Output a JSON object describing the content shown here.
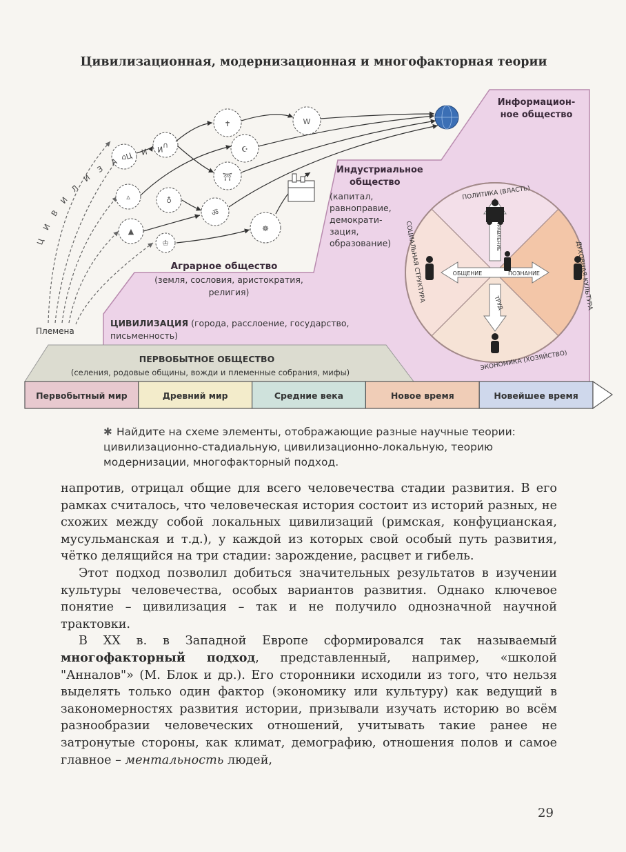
{
  "title": "Цивилизационная, модернизационная и многофакторная теории",
  "diagram": {
    "civ_arc_letters": [
      "Ц",
      "И",
      "В",
      "И",
      "Л",
      "И",
      "З",
      "А",
      "Ц",
      "И",
      "И"
    ],
    "tribes": "Племена",
    "info_society_1": "Информацион-",
    "info_society_2": "ное общество",
    "industrial_title_1": "Индустриальное",
    "industrial_title_2": "общество",
    "industrial_desc": [
      "(капитал,",
      "равноправие,",
      "демократи-",
      "зация,",
      "образование)"
    ],
    "agrarian_title": "Аграрное общество",
    "agrarian_desc_1": "(земля, сословия, аристократия,",
    "agrarian_desc_2": "религия)",
    "civilization_word": "ЦИВИЛИЗАЦИЯ",
    "civilization_desc_1": " (города, расслоение, государство,",
    "civilization_desc_2": "письменность)",
    "primitive_title": "ПЕРВОБЫТНОЕ ОБЩЕСТВО",
    "primitive_desc": "(селения, родовые общины, вожди и племенные собрания, мифы)",
    "circle_labels": {
      "top": "ПОЛИТИКА (ВЛАСТЬ)",
      "left": "СОЦИАЛЬНАЯ СТРУКТУРА",
      "right": "ДУХОВНАЯ КУЛЬТУРА",
      "bottom": "ЭКОНОМИКА (ХОЗЯЙСТВО)",
      "arrow_left": "ОБЩЕНИЕ",
      "arrow_right": "ПОЗНАНИЕ",
      "arrow_down": "ТРУД",
      "arrow_up": "УПРАВЛЕНИЕ"
    },
    "timeline": [
      {
        "label": "Первобытный мир",
        "color": "#e8c9cf"
      },
      {
        "label": "Древний мир",
        "color": "#f3eccb"
      },
      {
        "label": "Средние века",
        "color": "#cfe2dc"
      },
      {
        "label": "Новое время",
        "color": "#f0cdb7"
      },
      {
        "label": "Новейшее время",
        "color": "#cfd8ec"
      }
    ],
    "colors": {
      "pink": "#edd3e8",
      "pink_dark": "#e2b8da",
      "peach": "#f3cdb4",
      "gray_band": "#dcdcd0",
      "globe": "#3b6fb5"
    }
  },
  "caption": "Найдите на схеме элементы, отображающие разные научные теории: цивилизационно-стадиальную, цивилизационно-локальную, теорию модернизации, многофакторный подход.",
  "caption_bullet": "✱",
  "body": {
    "p1": "напротив, отрицал общие для всего человечества стадии развития. В его рамках считалось, что человеческая история состоит из историй разных, не схожих между собой локальных цивилизаций (римская, конфуцианская, мусульманская и т.д.), у каждой из которых свой особый путь развития, чётко делящийся на три стадии: зарождение, расцвет и гибель.",
    "p2": "Этот подход позволил добиться значительных результатов в изучении культуры человечества, особых вариантов развития. Однако ключевое понятие – цивилизация – так и не получило однозначной научной трактовки.",
    "p3_a": "В XX в. в Западной Европе сформировался так называемый ",
    "p3_bold": "многофакторный подход",
    "p3_b": ", представленный, например, «школой \"Анналов\"» (М. Блок и др.). Его сторонники исходили из того, что нельзя выделять только один фактор (экономику или культуру) как ведущий в закономерностях развития истории, призывали изучать историю во всём разнообразии человеческих отношений, учитывать такие ранее не затронутые стороны, как климат, демографию, отношения полов и самое главное – ",
    "p3_italic": "ментальность",
    "p3_c": " людей,"
  },
  "page_number": "29"
}
